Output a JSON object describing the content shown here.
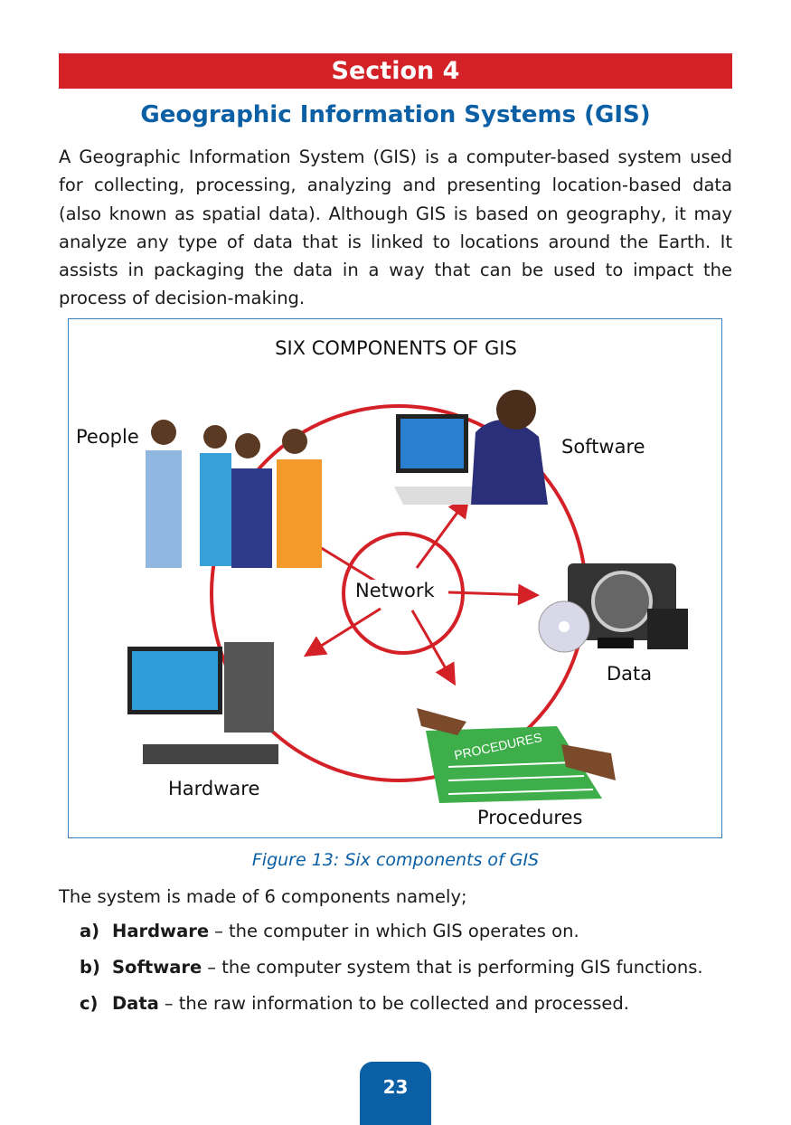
{
  "section_label": "Section 4",
  "title": "Geographic Information Systems (GIS)",
  "paragraph": "A Geographic Information System (GIS) is a computer-based system used for collecting, processing, analyzing and presenting location-based data (also known as spatial data). Although GIS is based on geography, it may analyze any type of data that is linked to locations around the Earth. It assists in packaging the data in a way that can be used to impact the process of decision-making.",
  "figure": {
    "title": "SIX COMPONENTS OF GIS",
    "center": "Network",
    "components": {
      "people": "People",
      "software": "Software",
      "data": "Data",
      "procedures": "Procedures",
      "hardware": "Hardware"
    },
    "procedures_sheet": "PROCEDURES",
    "caption": "Figure 13: Six components of GIS",
    "colors": {
      "circle": "#d42027",
      "sheet": "#3dae49"
    }
  },
  "intro": "The system is made of 6 components namely;",
  "list": [
    {
      "key": "a)",
      "term": "Hardware",
      "desc": "– the computer in which GIS operates on."
    },
    {
      "key": "b)",
      "term": "Software",
      "desc": "– the computer system that is performing GIS functions."
    },
    {
      "key": "c)",
      "term": "Data",
      "desc": "– the raw information to be collected and processed."
    }
  ],
  "page_number": "23"
}
